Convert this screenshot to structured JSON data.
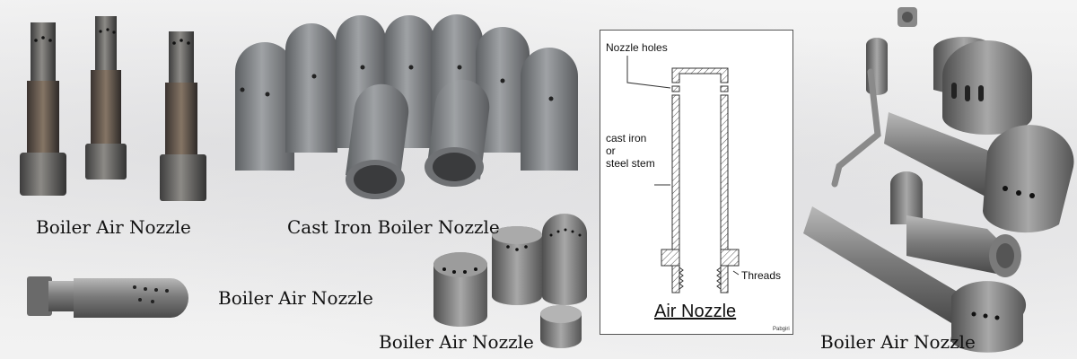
{
  "captions": {
    "group1": "Boiler Air Nozzle",
    "group2": "Cast Iron Boiler Nozzle",
    "group3": "Boiler Air Nozzle",
    "group4": "Boiler Air Nozzle",
    "group5": "Boiler Air Nozzle"
  },
  "diagram": {
    "label_nozzle_holes": "Nozzle holes",
    "label_stem_line1": "cast iron",
    "label_stem_line2": "or",
    "label_stem_line3": "steel stem",
    "label_threads": "Threads",
    "title": "Air Nozzle",
    "signature": "Pabgiri"
  },
  "colors": {
    "steel_dark": "#4a4a4a",
    "cast_iron": "#7d7f82",
    "steel_light": "#9a9a9a",
    "hatch": "#555555"
  }
}
